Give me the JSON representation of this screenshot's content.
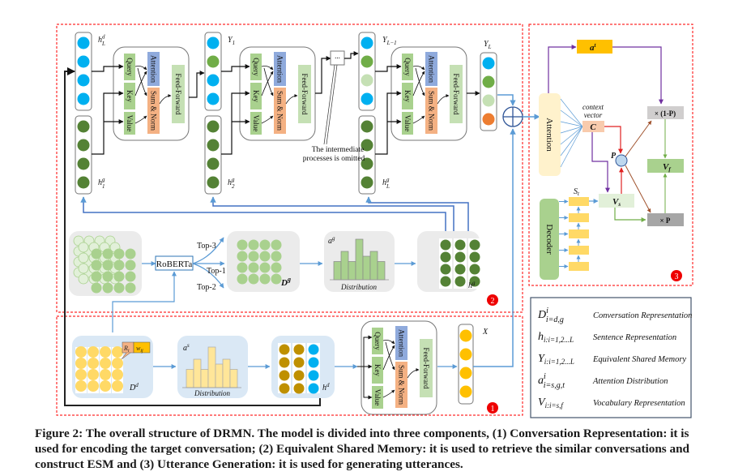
{
  "figure": {
    "number_label": "Figure 2:",
    "caption_lines": [
      "Figure 2: The overall structure of DRMN. The model is divided into three components, (1) Conversation Representation: it is",
      "used for encoding the target conversation; (2) Equivalent Shared Memory: it is used to retrieve the similar conversations and",
      "construct ESM and (3) Utterance Generation: it is used for generating utterances."
    ]
  },
  "colors": {
    "region_border": "#ff2a2a",
    "badge": "#ee0000",
    "cyan_node": "#00b0f0",
    "green_node": "#70ad47",
    "dark_green_node": "#548235",
    "light_green_node": "#c5e0b4",
    "orange_node": "#ed7d31",
    "gold_node": "#bf9000",
    "yellow_node": "#ffc000",
    "pale_yellow_node": "#ffd966",
    "attention_block": "#8faadc",
    "sum_norm_block": "#f4b183",
    "qkv_block": "#a9d18e",
    "blue_arrow": "#5b9bd5",
    "purple_arrow": "#7030a0"
  },
  "region2": {
    "badge": "2",
    "labels": {
      "hLd": "h",
      "hLd_sup": "d",
      "hLd_sub": "L",
      "h1g_sup": "g",
      "h1g_sub": "1",
      "Y1": "Y",
      "Y1_sub": "1",
      "h2g_sup": "g",
      "h2g_sub": "2",
      "YL1": "Y",
      "YL1_sub": "L−1",
      "hLg_sup": "g",
      "hLg_sub": "L",
      "YL": "Y",
      "YL_sub": "L",
      "ellipsis": "...",
      "omitted_line1": "The intermediate",
      "omitted_line2": "processes is omitted"
    },
    "transformer_blocks": {
      "query": "Query",
      "key": "Key",
      "value": "Value",
      "attention": "Attention",
      "sum_norm": "Sum & Norm",
      "feed_forward": "Feed-Forward"
    },
    "retrieval": {
      "encoder": "RoBERTa",
      "top3": "Top-3",
      "top1": "Top-1",
      "top2": "Top-2",
      "dg_label": "D",
      "dg_sup": "g",
      "ag_label": "a",
      "ag_sup": "g",
      "distribution": "Distribution",
      "hg_label": "h",
      "hg_sup": "g",
      "ag_bars": [
        0.45,
        0.7,
        0.45,
        1.0,
        0.58,
        0.7,
        0.45
      ]
    }
  },
  "region1": {
    "badge": "1",
    "dd_label": "D",
    "dd_sup": "d",
    "ri": "R",
    "ri_sub": "i",
    "wij": "w",
    "wij_sub": "ij",
    "as_label": "a",
    "as_sup": "s",
    "distribution": "Distribution",
    "hd_label": "h",
    "hd_sup": "d",
    "x_label": "X",
    "as_bars": [
      0.45,
      0.7,
      0.45,
      1.0,
      0.58,
      0.7,
      0.45
    ]
  },
  "region3": {
    "badge": "3",
    "at_label": "a",
    "at_sup": "t",
    "attention": "Attention",
    "context_line1": "context",
    "context_line2": "vector",
    "c_label": "C",
    "p_label": "P",
    "one_minus_p": "× (1-P)",
    "times_p": "× P",
    "vf": "V",
    "vf_sub": "f",
    "vs": "V",
    "vs_sub": "s",
    "st": "S",
    "st_sub": "t",
    "decoder": "Decoder"
  },
  "legend": [
    {
      "sym": "D",
      "sup": "i",
      "sub": "i=d,g",
      "desc": "Conversation Representation"
    },
    {
      "sym": "h",
      "sup": "",
      "sub": "i:i=1,2...L",
      "desc": "Sentence Representation"
    },
    {
      "sym": "Y",
      "sup": "",
      "sub": "i:i=1,2...L",
      "desc": "Equivalent Shared Memory"
    },
    {
      "sym": "a",
      "sup": "i",
      "sub": "i=s,g,t",
      "desc": "Attention Distribution"
    },
    {
      "sym": "V",
      "sup": "",
      "sub": "i:i=s,f",
      "desc": "Vocabulary Representation"
    }
  ]
}
